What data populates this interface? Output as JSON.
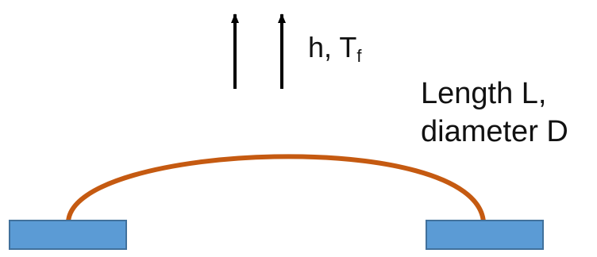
{
  "flow": {
    "h": "h, T",
    "subscript": "f"
  },
  "wire": {
    "line1": "Length L,",
    "line2": "diameter D"
  },
  "colors": {
    "wire": "#c55a11",
    "support_fill": "#5b9bd5",
    "support_stroke": "#41719c",
    "arrow": "#000000"
  },
  "icons": {
    "flow_arrows": "up-arrow-icon",
    "supports": "rectangle-block"
  }
}
